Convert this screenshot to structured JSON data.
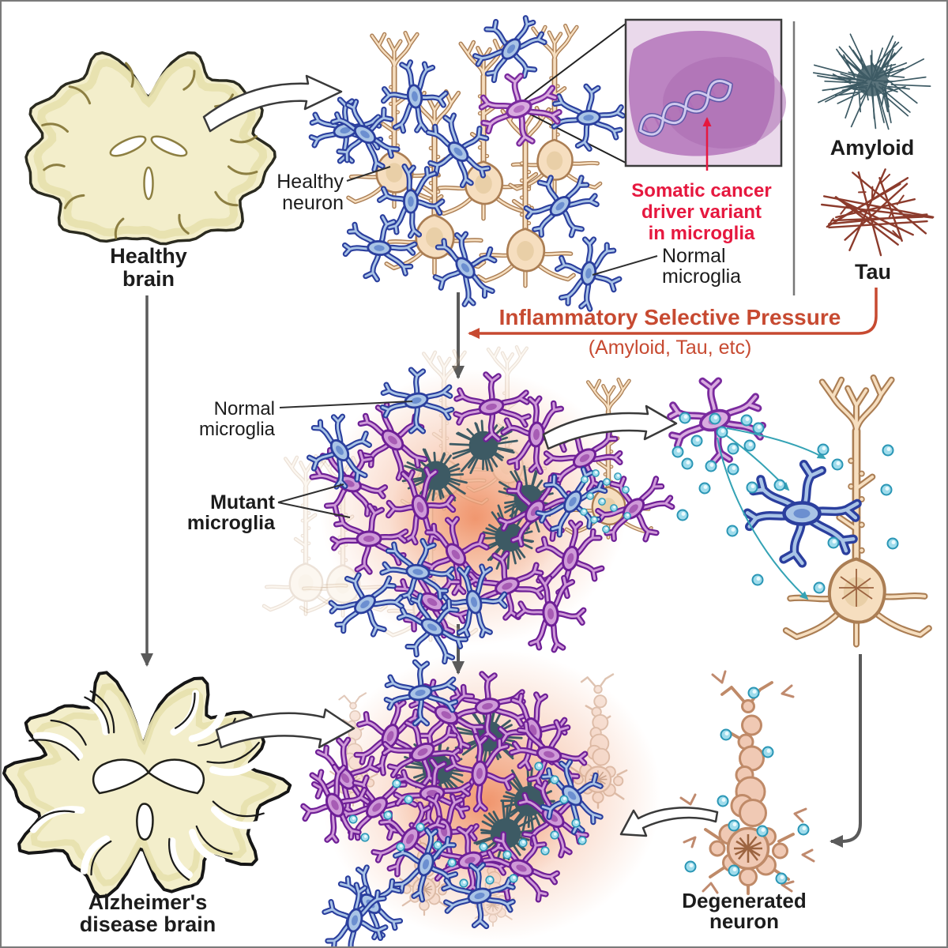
{
  "figure": {
    "labels": {
      "healthy_brain": {
        "line1": "Healthy",
        "line2": "brain"
      },
      "healthy_neuron": {
        "line1": "Healthy",
        "line2": "neuron"
      },
      "somatic_variant": {
        "line1": "Somatic cancer",
        "line2": "driver variant",
        "line3": "in microglia"
      },
      "normal_microglia_top": {
        "line1": "Normal",
        "line2": "microglia"
      },
      "amyloid": "Amyloid",
      "tau": "Tau",
      "pressure_title": "Inflammatory Selective Pressure",
      "pressure_sub": "(Amyloid, Tau, etc)",
      "normal_microglia_mid": {
        "line1": "Normal",
        "line2": "microglia"
      },
      "mutant_microglia": {
        "line1": "Mutant",
        "line2": "microglia"
      },
      "ad_brain": {
        "line1": "Alzheimer's",
        "line2": "disease brain"
      },
      "degenerated_neuron": {
        "line1": "Degenerated",
        "line2": "neuron"
      }
    },
    "colors": {
      "variant_text": "#e6183f",
      "pressure": "#c74a31",
      "arrow_gray": "#5a5a5a",
      "normal_microglia_outline": "#2b3f9e",
      "normal_microglia_body": "#a9c4e6",
      "mutant_microglia_outline": "#6e1f96",
      "mutant_microglia_body": "#cf9ad8",
      "neuron_body": "#f6debf",
      "neuron_outline": "#ab7e54",
      "amyloid_fiber": "#3d5a64",
      "tau_fiber": "#8c3b2c",
      "cytokine_fill": "#9fdcec",
      "cytokine_stroke": "#2a96b5",
      "inflammation_glow": "#f0926a",
      "brain_fill": "#f3eecb",
      "degenerated_fill": "#f0c9b4"
    },
    "icons": {
      "dna": "double-helix",
      "amyloid": "fibril-tangle",
      "tau": "fiber-crosshatch",
      "cytokine": "teal-particle",
      "microglia": "ramified-cell",
      "neuron": "pyramidal-cell",
      "plaque": "spiky-aggregate"
    }
  }
}
